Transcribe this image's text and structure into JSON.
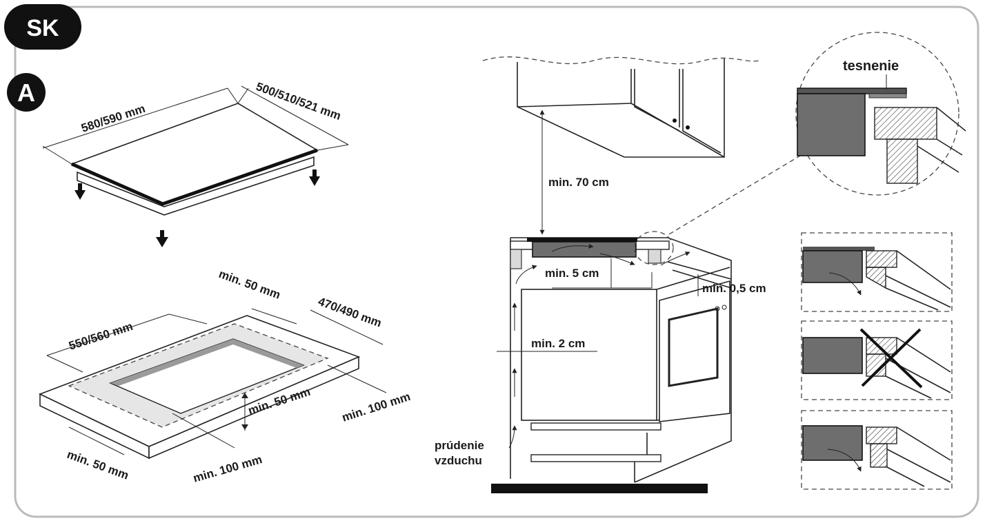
{
  "badges": {
    "language": "SK",
    "figure": "A"
  },
  "hob_labels": {
    "width": "580/590 mm",
    "depth": "500/510/521 mm"
  },
  "cutout_labels": {
    "width": "550/560 mm",
    "depth": "470/490 mm",
    "back_margin": "min. 50 mm",
    "side_margin": "min. 50 mm",
    "front_margin_left": "min. 50 mm",
    "front_margin": "min. 100 mm",
    "right_margin": "min. 100 mm"
  },
  "cabinet_labels": {
    "hood_clearance": "min. 70 cm",
    "under_gap": "min. 5 cm",
    "gap_rear": "min. 0,5 cm",
    "wall_gap": "min. 2 cm",
    "airflow_line1": "prúdenie",
    "airflow_line2": "vzduchu"
  },
  "detail_labels": {
    "seal": "tesnenie"
  },
  "colors": {
    "badge": "#111111",
    "frame": "#bbbbbb",
    "seal_grey": "#8a8a8a",
    "panel_grey": "#6e6e6e"
  }
}
